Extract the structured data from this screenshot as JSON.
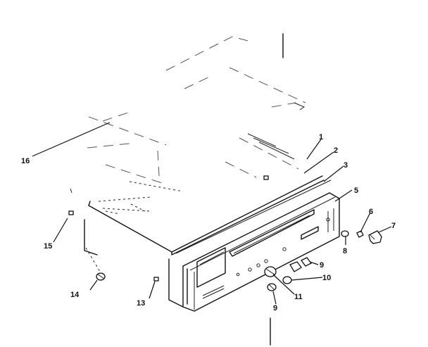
{
  "callouts": {
    "c1": "1",
    "c2": "2",
    "c3": "3",
    "c5": "5",
    "c6": "6",
    "c7": "7",
    "c8": "8",
    "c9a": "9",
    "c9b": "9",
    "c10": "10",
    "c11": "11",
    "c13": "13",
    "c14": "14",
    "c15": "15",
    "c16": "16"
  },
  "colors": {
    "line": "#111111",
    "background": "#ffffff"
  }
}
